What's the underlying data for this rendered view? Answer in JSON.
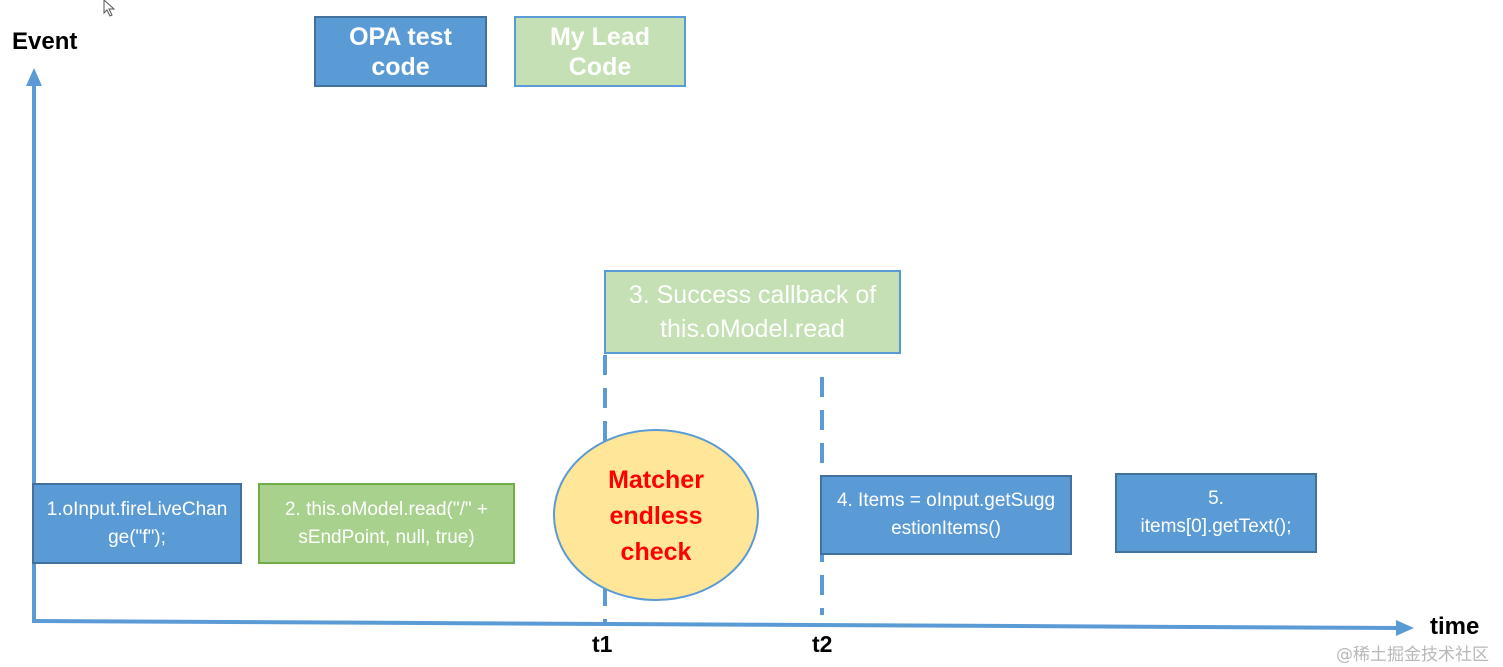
{
  "axes": {
    "y_label": "Event",
    "x_label": "time"
  },
  "legend": {
    "opa": "OPA test code",
    "lead": "My Lead Code"
  },
  "ticks": {
    "t1": "t1",
    "t2": "t2"
  },
  "events": {
    "e1": "1.oInput.fireLiveChange(\"f\");",
    "e2": "2. this.oModel.read(\"/\" + sEndPoint, null, true)",
    "e3": "3. Success callback of this.oModel.read",
    "e4": "4. Items = oInput.getSuggestionItems()",
    "e5": "5. items[0].getText();"
  },
  "matcher": {
    "label": "Matcher endless check"
  },
  "watermark": "@稀土掘金技术社区",
  "colors": {
    "axis": "#5b9bd5",
    "opa_fill": "#5b9bd5",
    "lead_fill": "#a9d18e",
    "lead_light_fill": "#c5e0b4",
    "ellipse_fill": "#ffe699",
    "matcher_text": "#ff0000"
  }
}
